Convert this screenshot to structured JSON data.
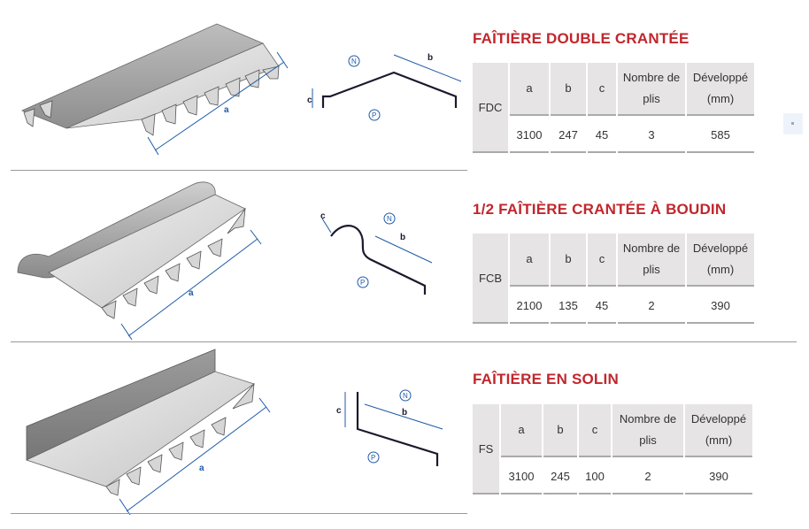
{
  "products": [
    {
      "title": "FAÎTIÈRE DOUBLE CRANTÉE",
      "code": "FDC",
      "headers": [
        "a",
        "b",
        "c",
        "Nombre de plis",
        "Développé (mm)"
      ],
      "values": [
        "3100",
        "247",
        "45",
        "3",
        "585"
      ],
      "labels": {
        "a": "a",
        "b": "b",
        "c": "c",
        "n": "N",
        "p": "P"
      }
    },
    {
      "title": "1/2 FAÎTIÈRE CRANTÉE À BOUDIN",
      "code": "FCB",
      "headers": [
        "a",
        "b",
        "c",
        "Nombre de plis",
        "Développé (mm)"
      ],
      "values": [
        "2100",
        "135",
        "45",
        "2",
        "390"
      ],
      "labels": {
        "a": "a",
        "b": "b",
        "c": "c",
        "n": "N",
        "p": "P"
      }
    },
    {
      "title": "FAÎTIÈRE EN SOLIN",
      "code": "FS",
      "headers": [
        "a",
        "b",
        "c",
        "Nombre de plis",
        "Développé (mm)"
      ],
      "values": [
        "3100",
        "245",
        "100",
        "2",
        "390"
      ],
      "labels": {
        "a": "a",
        "b": "b",
        "c": "c",
        "n": "N",
        "p": "P"
      }
    }
  ],
  "colors": {
    "title": "#c0272d",
    "header_bg": "#e6e4e4",
    "dimension": "#1e5aa8"
  }
}
